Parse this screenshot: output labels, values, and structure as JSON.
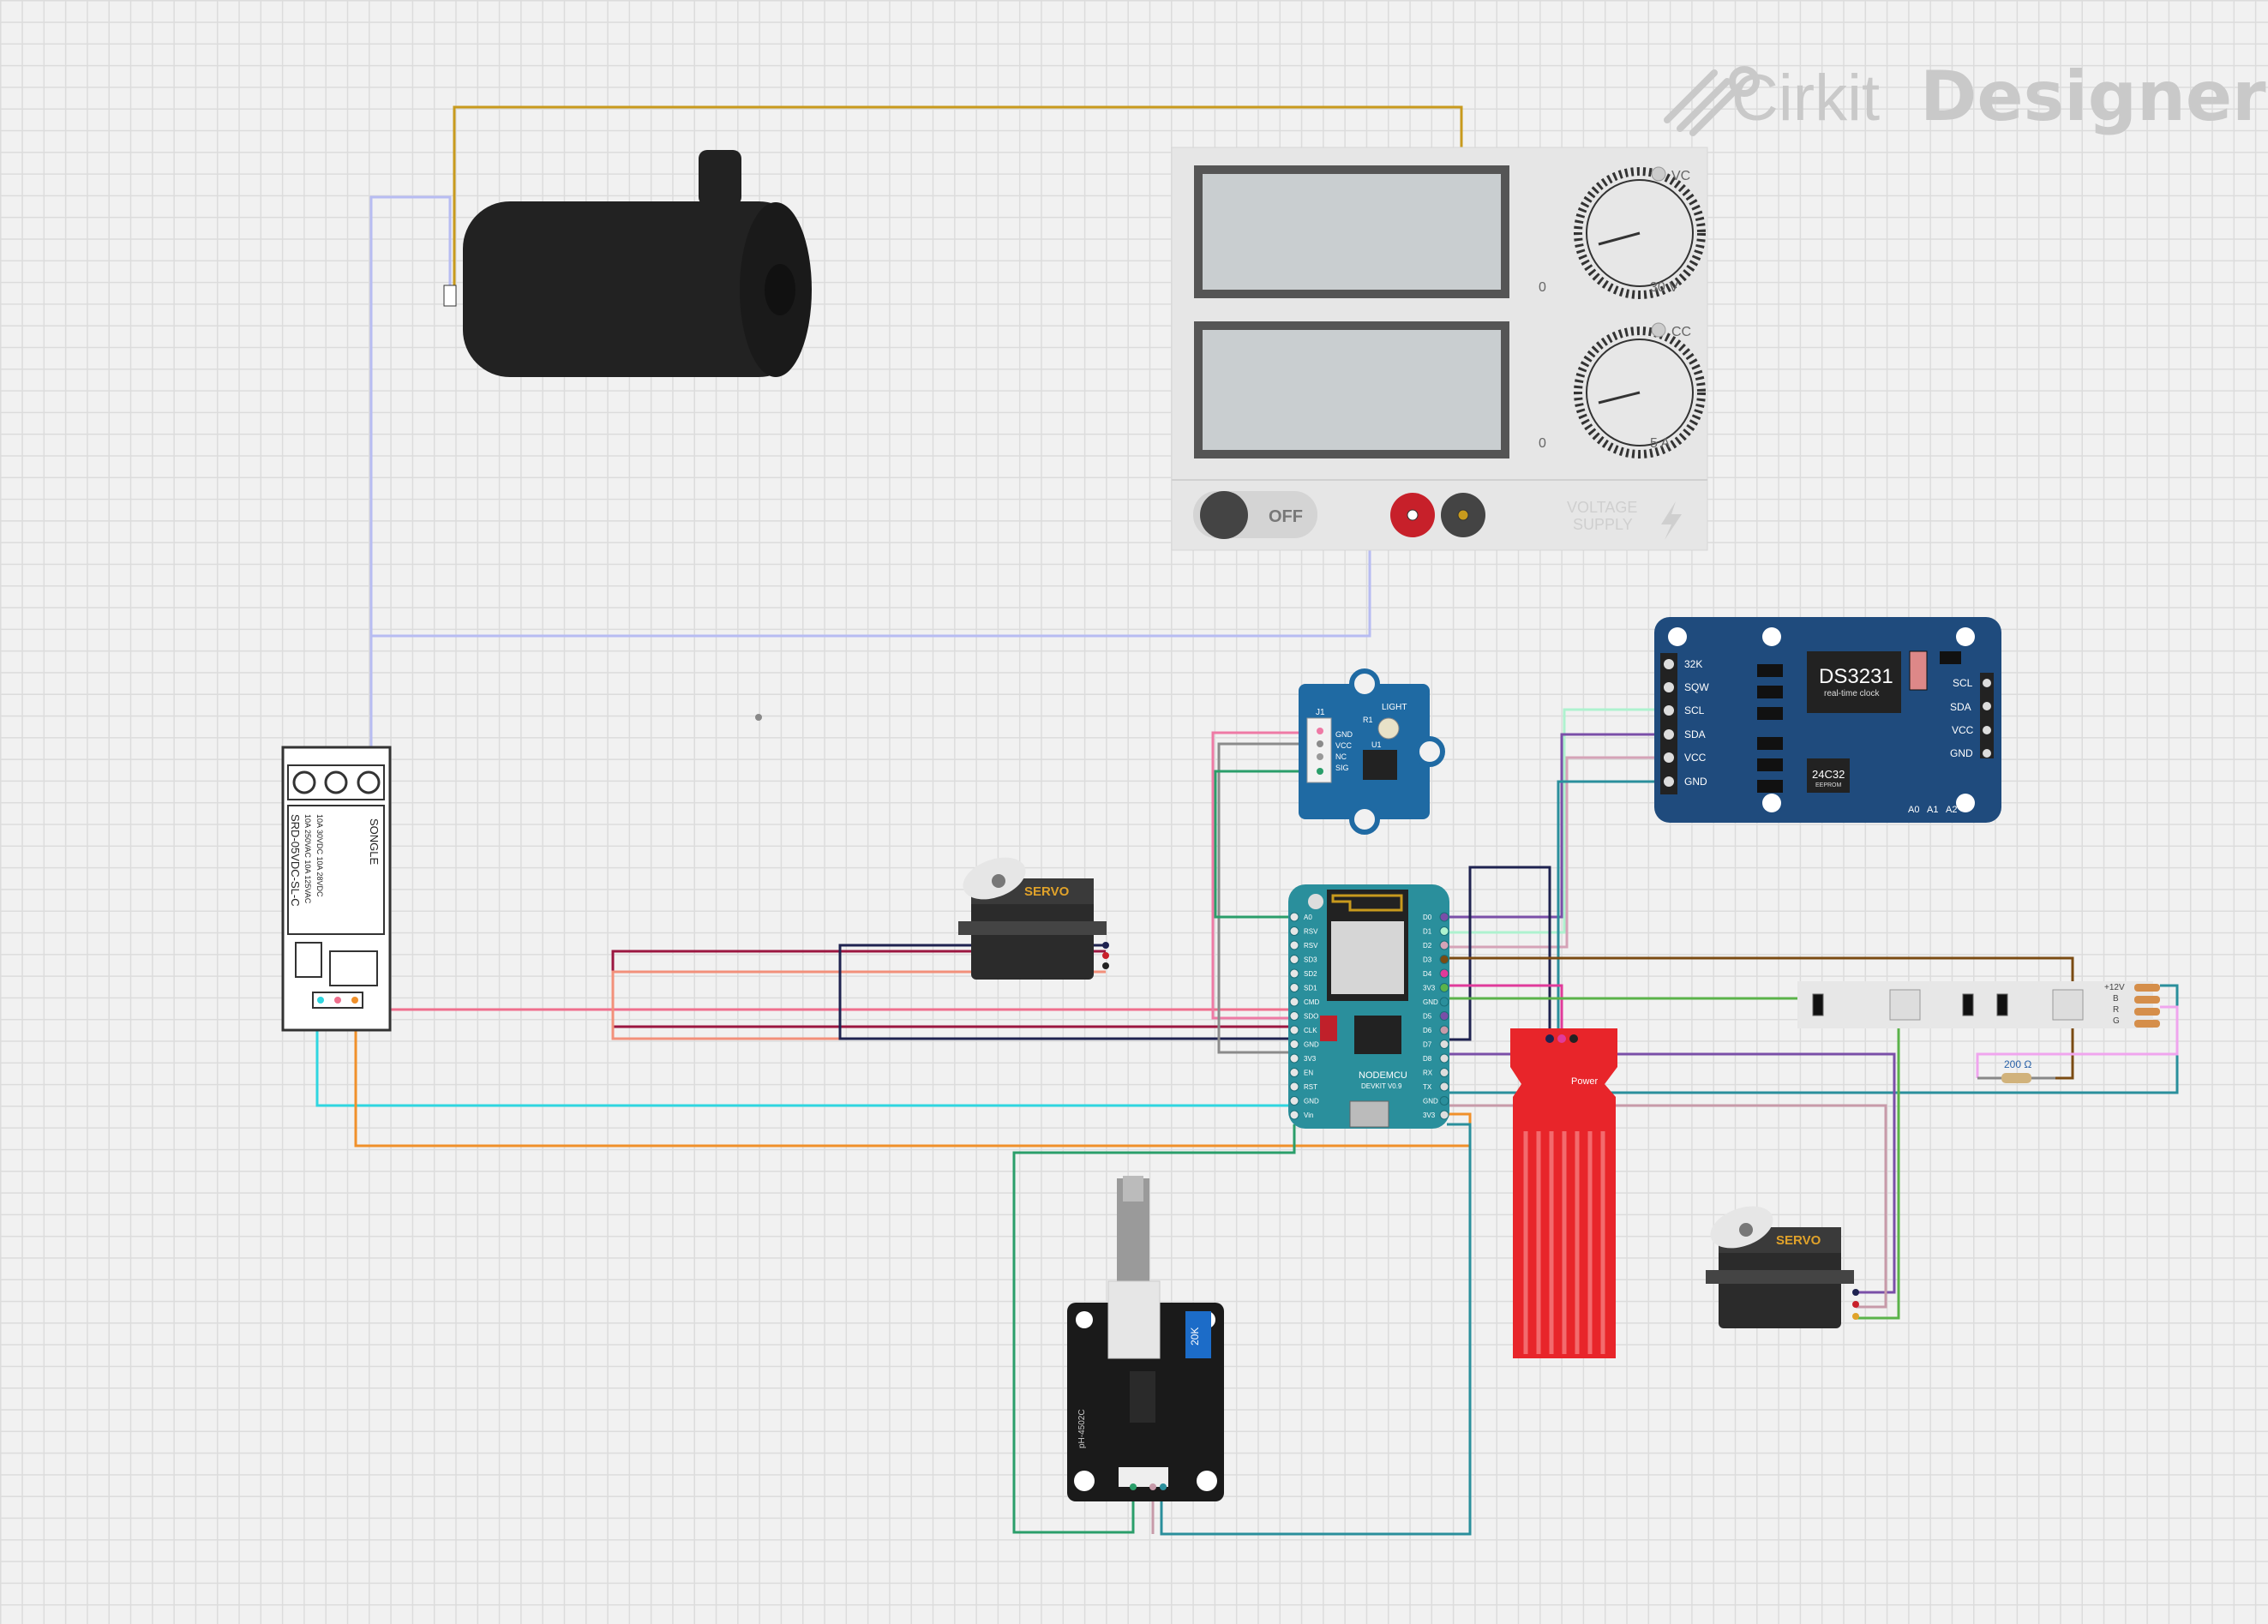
{
  "brand": {
    "cirkit": "Cirkit",
    "designer": "Designer"
  },
  "power_supply": {
    "vc": "VC",
    "cc": "CC",
    "v_min": "0",
    "v_max": "30 V",
    "a_min": "0",
    "a_max": "5 A",
    "switch_label": "OFF",
    "label_line1": "VOLTAGE",
    "label_line2": "SUPPLY"
  },
  "rtc": {
    "chip": "DS3231",
    "sub": "real-time clock",
    "eeprom": "24C32",
    "eeprom_sub": "EEPROM",
    "left_pins": [
      "32K",
      "SQW",
      "SCL",
      "SDA",
      "VCC",
      "GND"
    ],
    "right_pins": [
      "SCL",
      "SDA",
      "VCC",
      "GND"
    ],
    "addr_pins": [
      "A0",
      "A1",
      "A2"
    ]
  },
  "light_sensor": {
    "title": "LIGHT",
    "connector": "J1",
    "pins": [
      "GND",
      "VCC",
      "NC",
      "SIG"
    ],
    "r1": "R1",
    "u1": "U1"
  },
  "nodemcu": {
    "name": "NODEMCU",
    "version": "DEVKIT V0.9",
    "left_pins": [
      "A0",
      "RSV",
      "RSV",
      "SD3",
      "SD2",
      "SD1",
      "CMD",
      "SDO",
      "CLK",
      "GND",
      "3V3",
      "EN",
      "RST",
      "GND",
      "Vin"
    ],
    "right_pins": [
      "D0",
      "D1",
      "D2",
      "D3",
      "D4",
      "3V3",
      "GND",
      "D5",
      "D6",
      "D7",
      "D8",
      "RX",
      "TX",
      "GND",
      "3V3"
    ]
  },
  "servo_top": {
    "label": "SERVO"
  },
  "servo_bottom": {
    "label": "SERVO"
  },
  "water_sensor": {
    "label": "Power"
  },
  "led_strip": {
    "pins": [
      "+12V",
      "B",
      "R",
      "G"
    ]
  },
  "resistor": {
    "value": "200 Ω"
  },
  "ph_module": {
    "pot_label": "20K",
    "marking": "pH-4502C"
  },
  "relay": {
    "text_lines": [
      "SONGLE",
      "SRD-05VDC-SL-C",
      "10A 250VAC 10A 125VAC",
      "10A 30VDC 10A 28VDC"
    ]
  }
}
